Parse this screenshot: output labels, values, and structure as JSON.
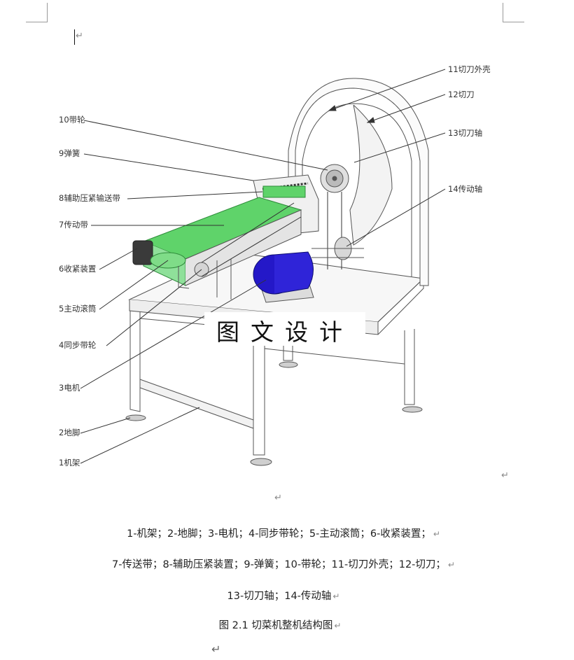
{
  "labels": {
    "l11": "11切刀外壳",
    "l12": "12切刀",
    "l13": "13切刀轴",
    "l14": "14传动轴",
    "l10": "10带轮",
    "l9": "9弹簧",
    "l8": "8辅助压紧输送带",
    "l7": "7传动带",
    "l6": "6收紧装置",
    "l5": "5主动滚筒",
    "l4": "4同步带轮",
    "l3": "3电机",
    "l2": "2地脚",
    "l1": "1机架"
  },
  "watermark": "图文设计",
  "caption_lines": [
    "1-机架；2-地脚；3-电机；4-同步带轮；5-主动滚筒；6-收紧装置；",
    "7-传送带；8-辅助压紧装置；9-弹簧；10-带轮；11-切刀外壳；12-切刀；",
    "13-切刀轴；14-传动轴"
  ],
  "figure_title": "图 2.1 切菜机整机结构图",
  "return_mark": "↵",
  "colors": {
    "belt_green": "#5fd36a",
    "motor_blue": "#2418c8",
    "line_gray": "#555555"
  }
}
